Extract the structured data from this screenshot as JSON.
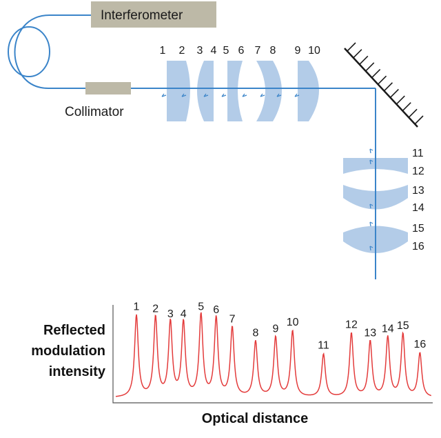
{
  "diagram": {
    "interferometer_label": "Interferometer",
    "collimator_label": "Collimator",
    "surface_labels_horizontal": [
      "1",
      "2",
      "3",
      "4",
      "5",
      "6",
      "7",
      "8",
      "9",
      "10"
    ],
    "surface_labels_vertical": [
      "11",
      "12",
      "13",
      "14",
      "15",
      "16"
    ],
    "colors": {
      "beam": "#3a84c9",
      "lens": "#b3cce8",
      "box": "#bdb9a7",
      "mirror": "#1a1a1a",
      "signal": "#e33a3a"
    }
  },
  "chart_data": {
    "type": "line",
    "title": "",
    "xlabel": "Optical distance",
    "ylabel": "Reflected modulation intensity",
    "ylabel_lines": [
      "Reflected",
      "modulation",
      "intensity"
    ],
    "ylim": [
      0,
      1
    ],
    "peaks": [
      {
        "label": "1",
        "position": 0.05,
        "height": 0.78
      },
      {
        "label": "2",
        "position": 0.113,
        "height": 0.76
      },
      {
        "label": "3",
        "position": 0.162,
        "height": 0.71
      },
      {
        "label": "4",
        "position": 0.205,
        "height": 0.71
      },
      {
        "label": "5",
        "position": 0.263,
        "height": 0.78
      },
      {
        "label": "6",
        "position": 0.313,
        "height": 0.75
      },
      {
        "label": "7",
        "position": 0.366,
        "height": 0.66
      },
      {
        "label": "8",
        "position": 0.443,
        "height": 0.53
      },
      {
        "label": "9",
        "position": 0.509,
        "height": 0.57
      },
      {
        "label": "10",
        "position": 0.565,
        "height": 0.63
      },
      {
        "label": "11",
        "position": 0.667,
        "height": 0.41
      },
      {
        "label": "12",
        "position": 0.759,
        "height": 0.61
      },
      {
        "label": "13",
        "position": 0.821,
        "height": 0.53
      },
      {
        "label": "14",
        "position": 0.879,
        "height": 0.57
      },
      {
        "label": "15",
        "position": 0.929,
        "height": 0.6
      },
      {
        "label": "16",
        "position": 0.985,
        "height": 0.42
      }
    ]
  }
}
